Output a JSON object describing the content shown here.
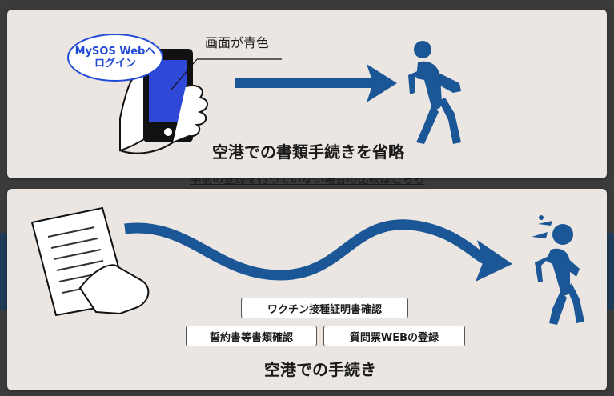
{
  "top_panel": {
    "bubble_line1": "MySOS Webへ",
    "bubble_line2": "ログイン",
    "screen_label": "画面が青色",
    "caption": "空港での書類手続きを省略"
  },
  "background_link": "事前の登録を行っていない場合の比較はこちら",
  "bottom_panel": {
    "tags": [
      "ワクチン接種証明書確認",
      "誓約書等書類確認",
      "質問票WEBの登録"
    ],
    "caption": "空港での手続き"
  },
  "colors": {
    "accent_blue": "#1b5796",
    "bubble_blue": "#1f49d6",
    "phone_screen": "#2f48d8",
    "card_bg": "#ebe6e2"
  },
  "icons": [
    "smartphone-in-hand-icon",
    "arrow-right-icon",
    "walking-person-icon",
    "document-in-hand-icon",
    "wavy-arrow-icon",
    "sweating-walking-person-icon"
  ]
}
